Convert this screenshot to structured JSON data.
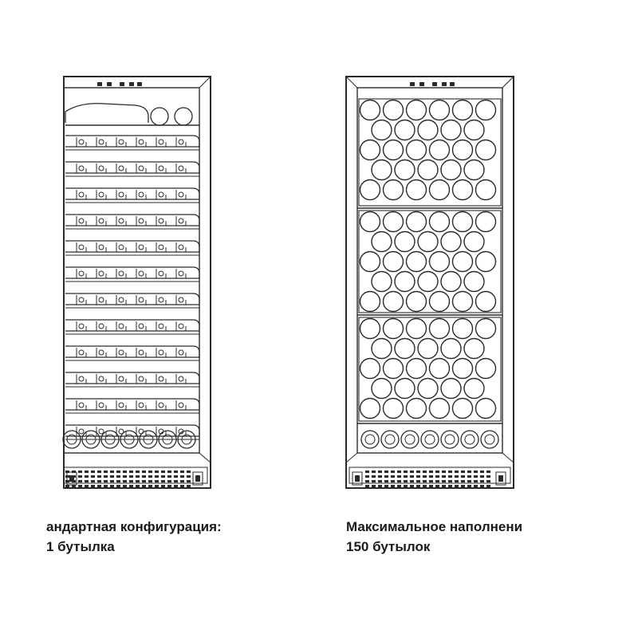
{
  "configs": [
    {
      "id": "standard",
      "caption_line1": "андартная конфигурация:",
      "caption_line2": "1 бутылка"
    },
    {
      "id": "maximum",
      "caption_line1": "Максимальное наполнени",
      "caption_line2": "150 бутылок"
    }
  ],
  "colors": {
    "stroke": "#2a2a2a",
    "background": "#ffffff"
  }
}
